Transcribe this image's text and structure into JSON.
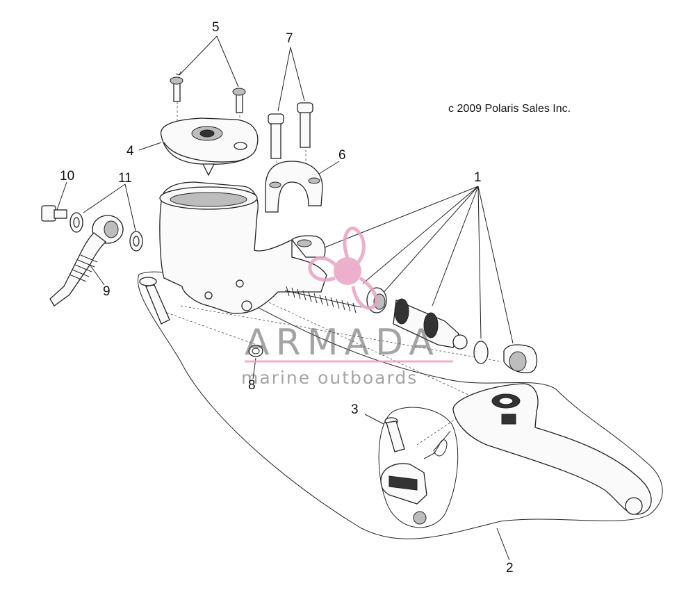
{
  "copyright": "c 2009 Polaris Sales Inc.",
  "watermark": {
    "name": "ARMADA",
    "tagline": "marine outboards",
    "color": "#e9a3c4"
  },
  "callouts": [
    "1",
    "2",
    "3",
    "4",
    "5",
    "6",
    "7",
    "8",
    "9",
    "10",
    "11"
  ]
}
